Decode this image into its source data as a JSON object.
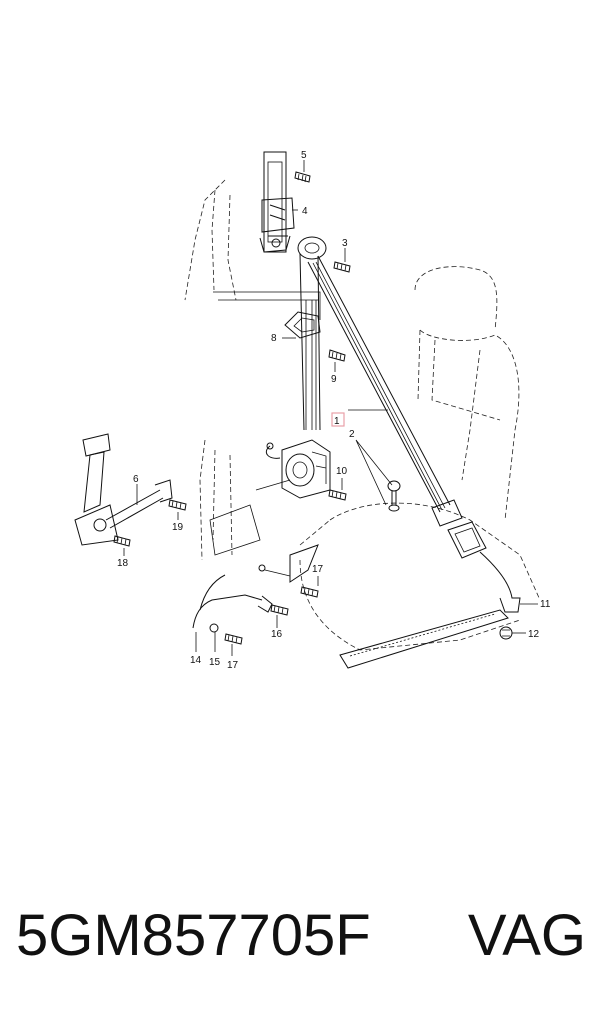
{
  "diagram": {
    "callouts": [
      {
        "id": "c1",
        "label": "1"
      },
      {
        "id": "c2",
        "label": "2"
      },
      {
        "id": "c3",
        "label": "3"
      },
      {
        "id": "c4",
        "label": "4"
      },
      {
        "id": "c5",
        "label": "5"
      },
      {
        "id": "c6",
        "label": "6"
      },
      {
        "id": "c8",
        "label": "8"
      },
      {
        "id": "c9",
        "label": "9"
      },
      {
        "id": "c10",
        "label": "10"
      },
      {
        "id": "c11",
        "label": "11"
      },
      {
        "id": "c12",
        "label": "12"
      },
      {
        "id": "c14",
        "label": "14"
      },
      {
        "id": "c15",
        "label": "15"
      },
      {
        "id": "c16",
        "label": "16"
      },
      {
        "id": "c17a",
        "label": "17"
      },
      {
        "id": "c17b",
        "label": "17"
      },
      {
        "id": "c18",
        "label": "18"
      },
      {
        "id": "c19",
        "label": "19"
      }
    ],
    "highlight_color": "#e8a0a8"
  },
  "caption": {
    "part_number": "5GM857705F",
    "brand": "VAG"
  }
}
